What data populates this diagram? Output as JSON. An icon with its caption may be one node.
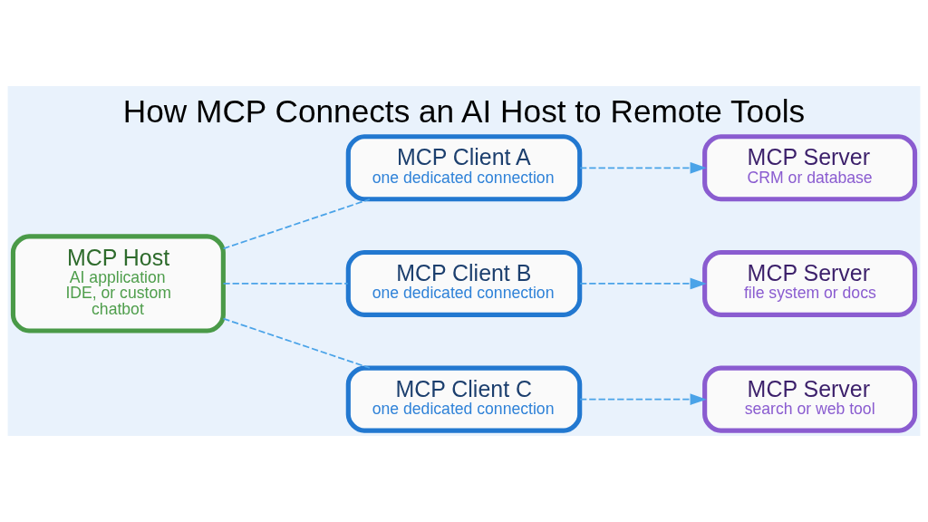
{
  "diagram": {
    "title": "How MCP Connects an AI Host to Remote Tools",
    "nodes": [
      {
        "text": [
          "MCP Host",
          "AI application IDE, or custom chatbot"
        ]
      },
      {
        "text": [
          "MCP Client A",
          "one dedicated connection"
        ]
      },
      {
        "text": [
          "MCP Client B",
          "one dedicated connection"
        ]
      },
      {
        "text": [
          "MCP Client C",
          "one dedicated connection"
        ]
      },
      {
        "text": [
          "MCP Server",
          "CRM or database"
        ]
      },
      {
        "text": [
          "MCP Server",
          "file system or docs"
        ]
      },
      {
        "text": [
          "MCP Server",
          "search or web tool"
        ]
      }
    ],
    "edges": [
      {
        "from": 0,
        "to": 1,
        "arrow": "none",
        "style": "dashed"
      },
      {
        "from": 0,
        "to": 2,
        "arrow": "none",
        "style": "dashed"
      },
      {
        "from": 0,
        "to": 3,
        "arrow": "none",
        "style": "dashed"
      },
      {
        "from": 1,
        "to": 4,
        "arrow": "to",
        "style": "dashed"
      },
      {
        "from": 2,
        "to": 5,
        "arrow": "to",
        "style": "dashed"
      },
      {
        "from": 3,
        "to": 6,
        "arrow": "to",
        "style": "dashed"
      }
    ]
  }
}
